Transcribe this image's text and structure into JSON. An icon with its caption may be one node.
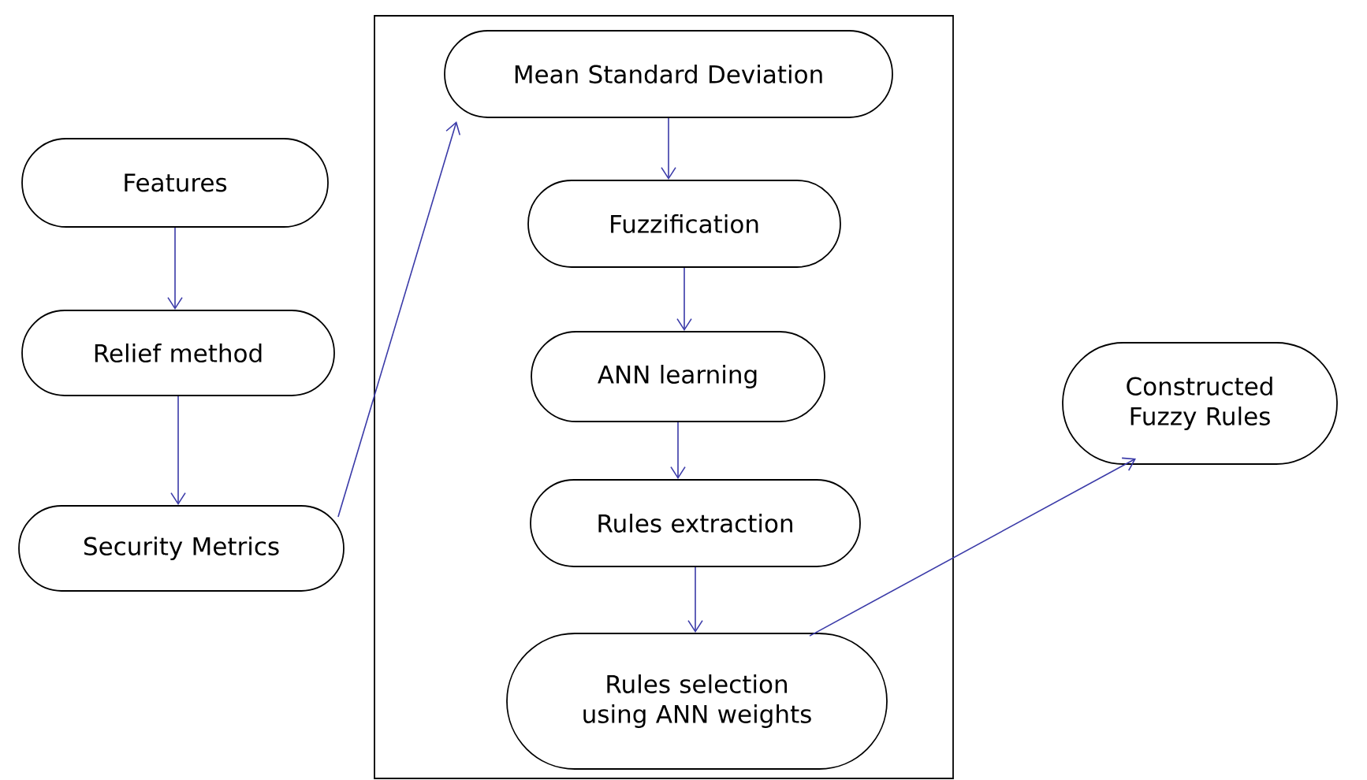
{
  "diagram": {
    "nodes": [
      {
        "text": [
          "Features"
        ]
      },
      {
        "text": [
          "Relief method"
        ]
      },
      {
        "text": [
          "Security Metrics"
        ]
      },
      {
        "text": [],
        "shape": "box"
      },
      {
        "text": [
          "Mean Standard Deviation"
        ],
        "in": 3
      },
      {
        "text": [
          "Fuzzification"
        ],
        "in": 3
      },
      {
        "text": [
          "ANN learning"
        ],
        "in": 3
      },
      {
        "text": [
          "Rules extraction"
        ],
        "in": 3
      },
      {
        "text": [
          "Rules selection using ANN weights"
        ],
        "in": 3
      },
      {
        "text": [
          "Constructed Fuzzy Rules"
        ]
      }
    ],
    "edges": [
      {
        "from": 0,
        "to": 1,
        "arrow": "to"
      },
      {
        "from": 1,
        "to": 2,
        "arrow": "to"
      },
      {
        "from": 2,
        "to": 4,
        "arrow": "to"
      },
      {
        "from": 4,
        "to": 5,
        "arrow": "to"
      },
      {
        "from": 5,
        "to": 6,
        "arrow": "to"
      },
      {
        "from": 6,
        "to": 7,
        "arrow": "to"
      },
      {
        "from": 7,
        "to": 8,
        "arrow": "to"
      },
      {
        "from": 8,
        "to": 9,
        "arrow": "to"
      }
    ]
  }
}
